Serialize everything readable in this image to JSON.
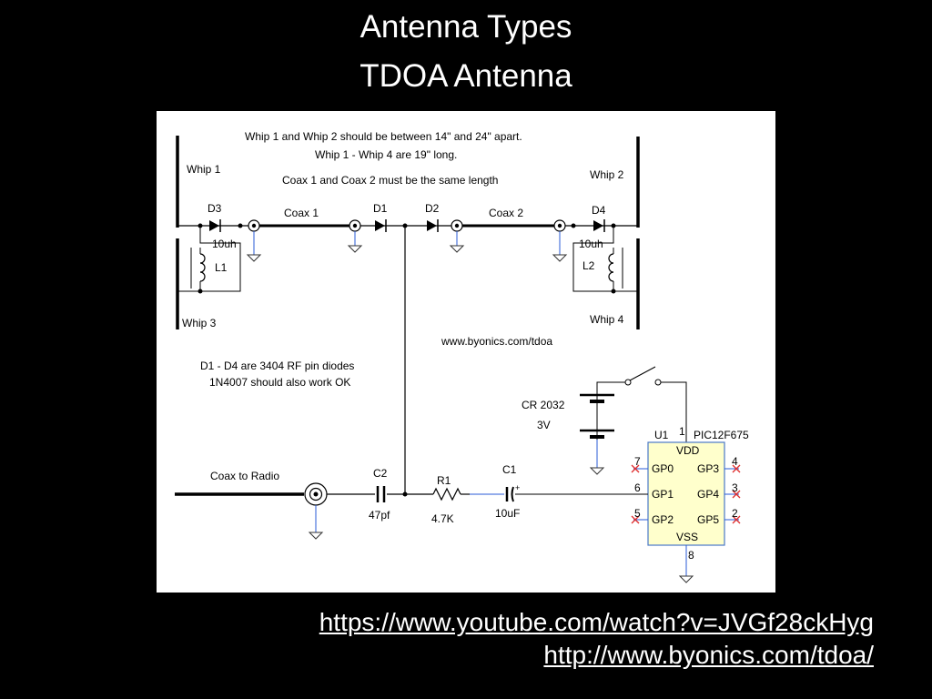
{
  "slide": {
    "title": "Antenna Types",
    "subtitle": "TDOA Antenna",
    "links": [
      "https://www.youtube.com/watch?v=JVGf28ckHyg",
      "http://www.byonics.com/tdoa/"
    ]
  },
  "schematic": {
    "notes": [
      "Whip 1 and Whip 2 should be between 14\" and 24\" apart.",
      "Whip 1 - Whip 4 are 19\" long.",
      "Coax 1 and Coax 2 must be the same length"
    ],
    "url": "www.byonics.com/tdoa",
    "diode_note": [
      "D1 - D4 are 3404 RF pin diodes",
      "1N4007 should also work OK"
    ],
    "whips": [
      "Whip 1",
      "Whip 2",
      "Whip 3",
      "Whip 4"
    ],
    "coax": [
      "Coax 1",
      "Coax 2",
      "Coax to Radio"
    ],
    "diodes": [
      "D3",
      "D1",
      "D2",
      "D4"
    ],
    "inductors": {
      "value_left": "10uh",
      "value_right": "10uh",
      "l1": "L1",
      "l2": "L2"
    },
    "battery": {
      "name": "CR 2032",
      "voltage": "3V"
    },
    "c2": {
      "name": "C2",
      "value": "47pf"
    },
    "r1": {
      "name": "R1",
      "value": "4.7K"
    },
    "c1": {
      "name": "C1",
      "value": "10uF"
    },
    "ic": {
      "ref": "U1",
      "part": "PIC12F675",
      "vdd": "VDD",
      "vss": "VSS",
      "pins_left": [
        "GP0",
        "GP1",
        "GP2"
      ],
      "pins_right": [
        "GP3",
        "GP4",
        "GP5"
      ],
      "num_left": [
        "7",
        "6",
        "5"
      ],
      "num_right": [
        "4",
        "3",
        "2"
      ],
      "num_top": "1",
      "num_bottom": "8"
    }
  },
  "colors": {
    "background": "#000000",
    "panel": "#ffffff",
    "ic_fill": "#ffffcc",
    "ic_border": "#4a78c8",
    "wire": "#000000",
    "ground": "#2a5bd7",
    "marker": "#e03030"
  }
}
